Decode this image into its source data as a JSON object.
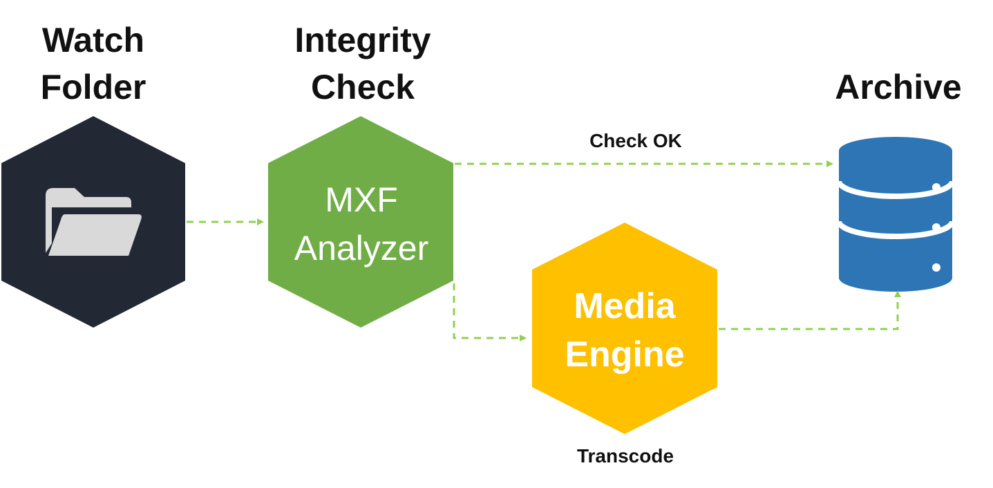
{
  "headings": {
    "watch_folder": "Watch\nFolder",
    "integrity_check": "Integrity\nCheck",
    "archive": "Archive"
  },
  "nodes": {
    "watch_folder": {
      "icon": "folder-open-icon",
      "color": "#222935"
    },
    "mxf_analyzer": {
      "label": "MXF\nAnalyzer",
      "color": "#71AD47"
    },
    "media_engine": {
      "label": "Media\nEngine",
      "color": "#FFC000"
    },
    "archive": {
      "icon": "database-icon",
      "color": "#2E75B6"
    }
  },
  "edges": {
    "check_ok": "Check OK",
    "transcode": "Transcode",
    "color": "#92D050"
  }
}
